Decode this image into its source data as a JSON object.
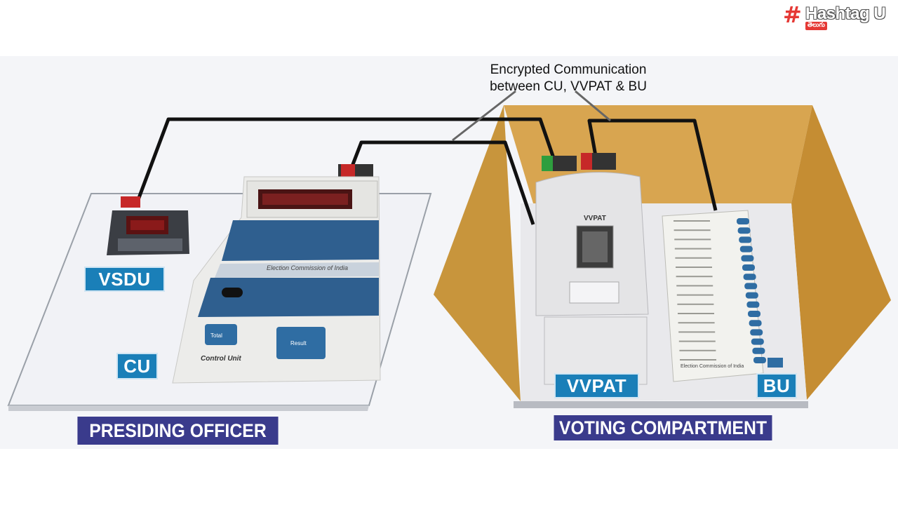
{
  "brand": {
    "name": "Hashtag U",
    "sub": "తెలుగు",
    "hash_color": "#e53935"
  },
  "annotation": {
    "line1": "Encrypted Communication",
    "line2": "between CU, VVPAT & BU"
  },
  "labels": {
    "vsdu": "VSDU",
    "cu": "CU",
    "vvpat": "VVPAT",
    "bu": "BU",
    "presiding_officer": "PRESIDING OFFICER",
    "voting_compartment": "VOTING COMPARTMENT"
  },
  "devices": {
    "cu_name": "Control Unit",
    "cu_maker": "Election Commission of India",
    "cu_btn_total": "Total",
    "cu_btn_result": "Result",
    "vvpat_title": "VVPAT",
    "bu_maker": "Election Commission of India"
  },
  "colors": {
    "tag_bg": "#1a7fb8",
    "banner_bg": "#3a3b8c",
    "compartment": "#c8953c",
    "cu_stripe": "#2f5f8f"
  }
}
